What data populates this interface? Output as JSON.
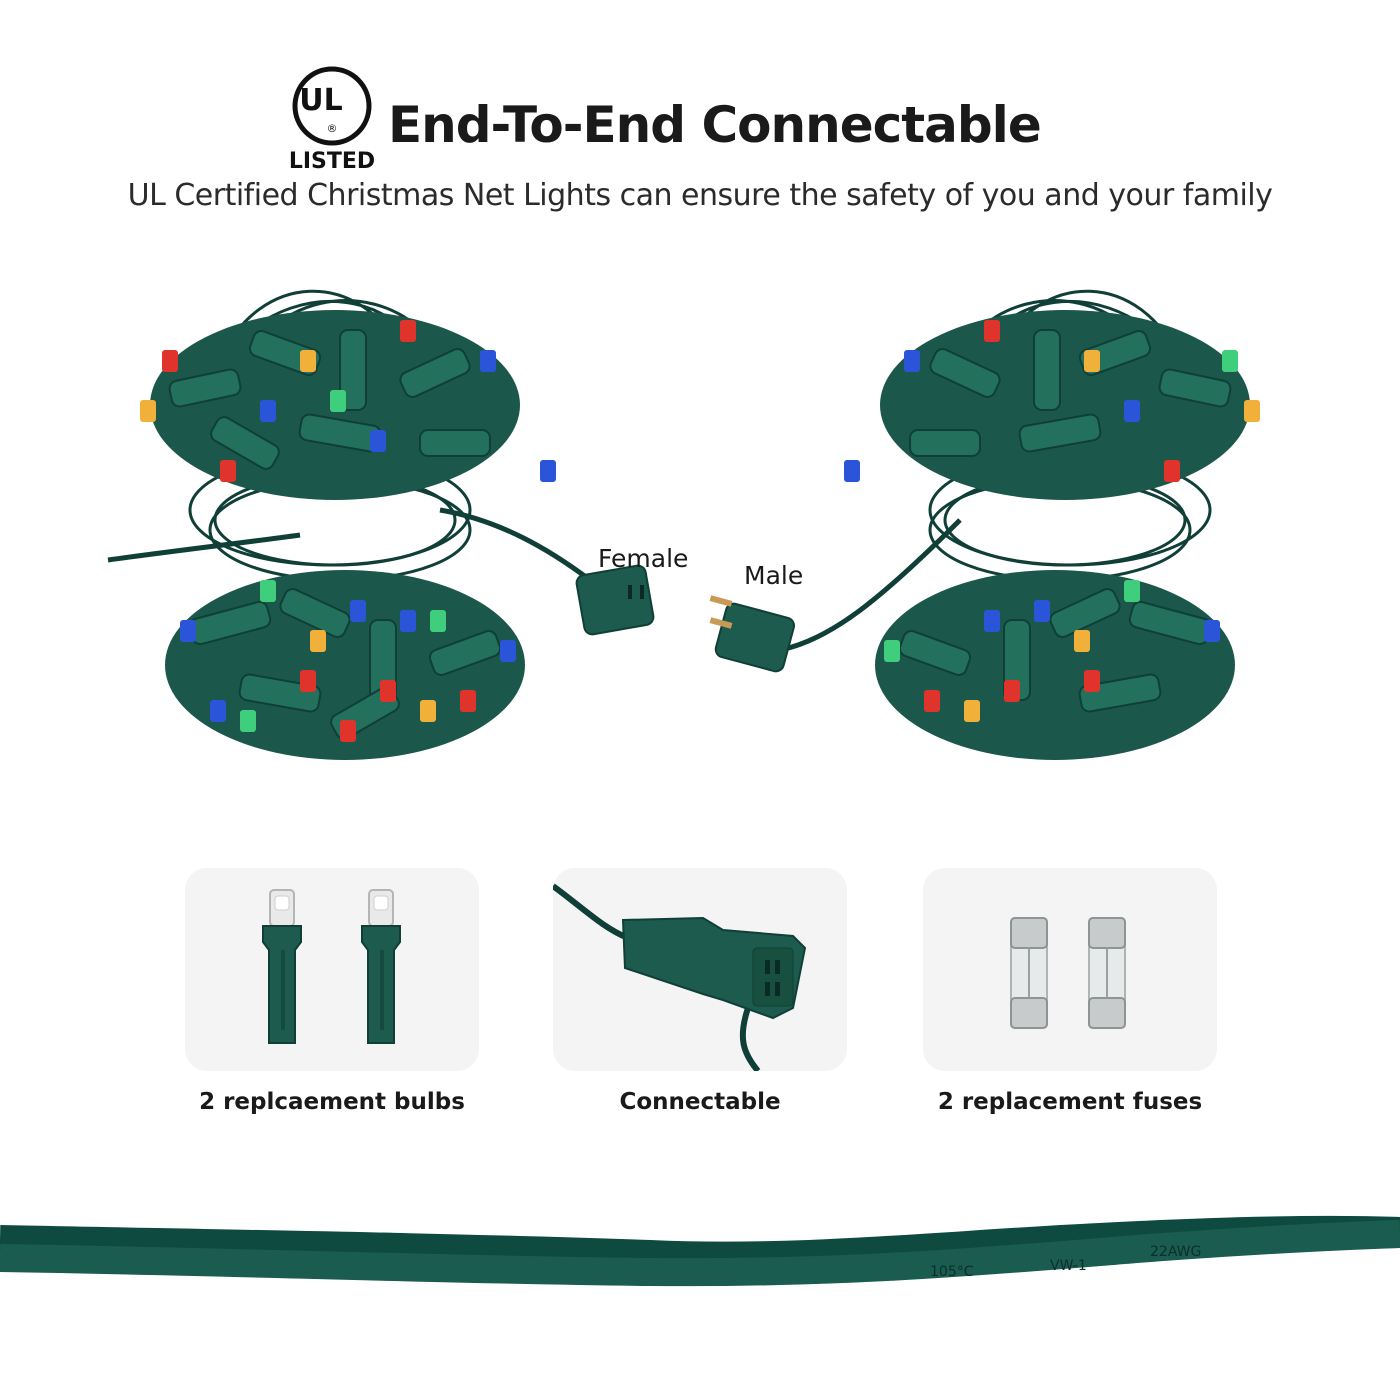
{
  "badge": {
    "logo_letters": "UL",
    "registered": "®",
    "listed_text": "LISTED"
  },
  "header": {
    "title": "End-To-End Connectable",
    "subtitle": "UL Certified Christmas Net Lights can ensure the safety of you and your family"
  },
  "connectors": {
    "female_label": "Female",
    "male_label": "Male"
  },
  "accessories": [
    {
      "caption": "2 replcaement bulbs",
      "icon": "bulb-icon"
    },
    {
      "caption": "Connectable",
      "icon": "plug-connector-icon"
    },
    {
      "caption": "2 replacement fuses",
      "icon": "fuse-icon"
    }
  ],
  "cable_marking": {
    "temp": "105°C",
    "spec": "VW-1",
    "gauge": "22AWG"
  },
  "colors": {
    "wire_green": "#0f4a40",
    "body_green": "#1c5b4d",
    "bulb_red": "#e0332b",
    "bulb_blue": "#2a55d8",
    "bulb_green": "#3fcf7c",
    "bulb_amber": "#f0b03a"
  }
}
